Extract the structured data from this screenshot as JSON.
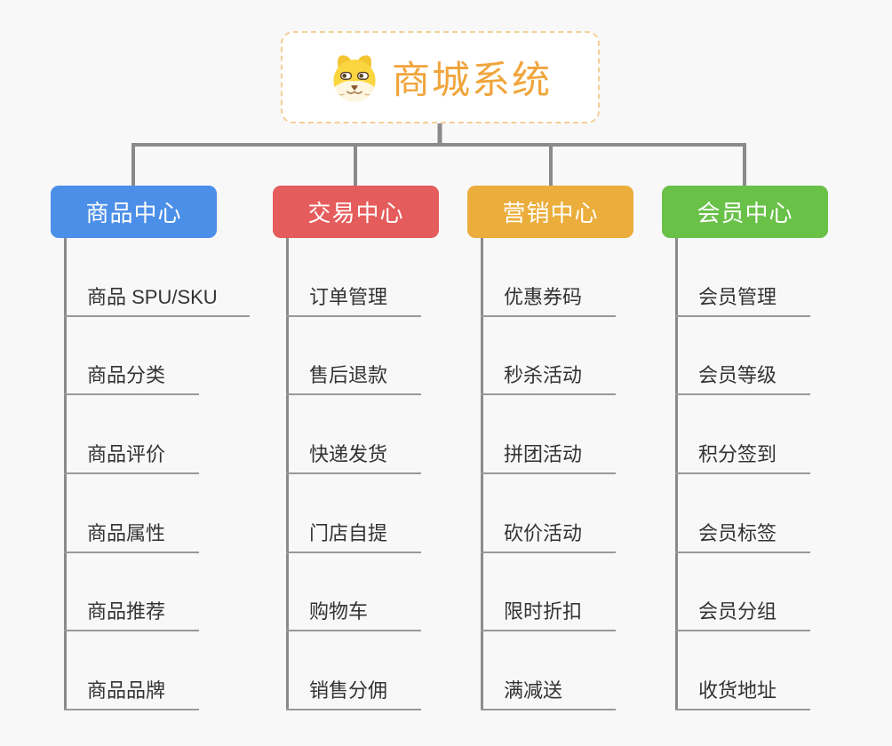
{
  "root": {
    "title": "商城系统",
    "icon": "dog-face-icon",
    "title_color": "#f0a53c",
    "border_color": "#f5cf97"
  },
  "branches": [
    {
      "label": "商品中心",
      "color": "#4b8fe8",
      "items": [
        "商品 SPU/SKU",
        "商品分类",
        "商品评价",
        "商品属性",
        "商品推荐",
        "商品品牌"
      ]
    },
    {
      "label": "交易中心",
      "color": "#e55c5c",
      "items": [
        "订单管理",
        "售后退款",
        "快递发货",
        "门店自提",
        "购物车",
        "销售分佣"
      ]
    },
    {
      "label": "营销中心",
      "color": "#ebad3b",
      "items": [
        "优惠券码",
        "秒杀活动",
        "拼团活动",
        "砍价活动",
        "限时折扣",
        "满减送"
      ]
    },
    {
      "label": "会员中心",
      "color": "#69c148",
      "items": [
        "会员管理",
        "会员等级",
        "积分签到",
        "会员标签",
        "会员分组",
        "收货地址"
      ]
    }
  ],
  "colors": {
    "background": "#f8f8f9",
    "connector": "#8a8a8a",
    "underline": "#999999",
    "item_text": "#333333"
  }
}
